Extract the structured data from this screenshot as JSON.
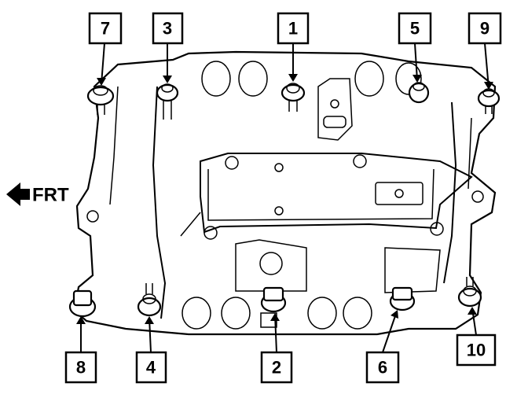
{
  "direction_label": "FRT",
  "callouts": [
    {
      "id": "1",
      "label": "1"
    },
    {
      "id": "2",
      "label": "2"
    },
    {
      "id": "3",
      "label": "3"
    },
    {
      "id": "4",
      "label": "4"
    },
    {
      "id": "5",
      "label": "5"
    },
    {
      "id": "6",
      "label": "6"
    },
    {
      "id": "7",
      "label": "7"
    },
    {
      "id": "8",
      "label": "8"
    },
    {
      "id": "9",
      "label": "9"
    },
    {
      "id": "10",
      "label": "10"
    }
  ]
}
